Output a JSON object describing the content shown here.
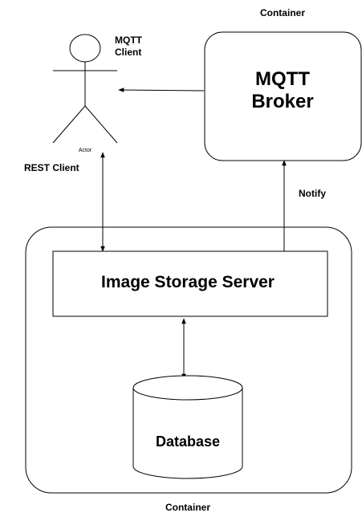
{
  "labels": {
    "container_top": "Container",
    "container_bottom": "Container",
    "mqtt_client_line1": "MQTT",
    "mqtt_client_line2": "Client",
    "actor": "Actor",
    "rest_client": "REST Client",
    "broker_line1": "MQTT",
    "broker_line2": "Broker",
    "notify": "Notify",
    "server": "Image Storage Server",
    "database": "Database"
  }
}
